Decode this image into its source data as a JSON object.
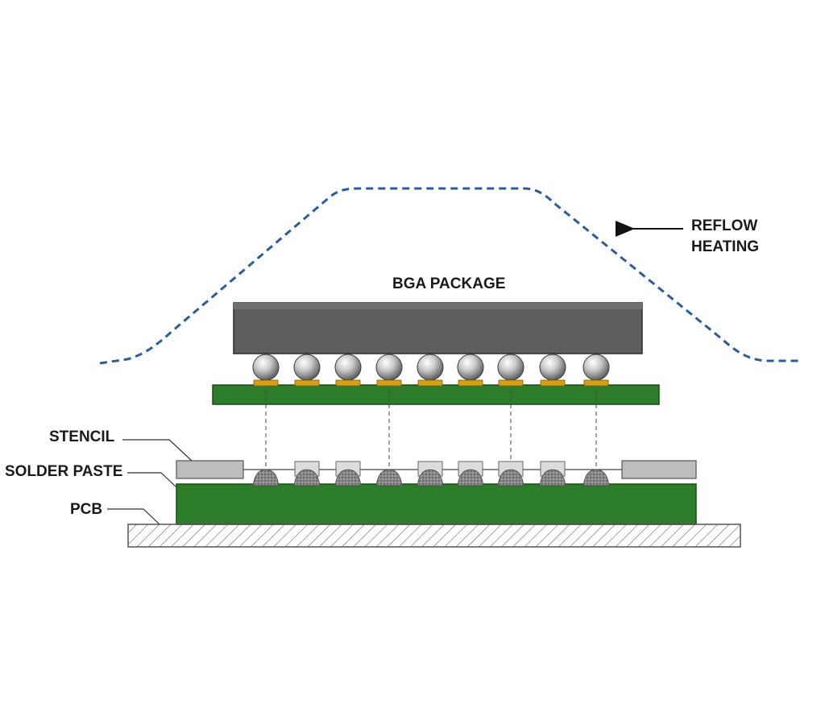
{
  "diagram": {
    "labels": {
      "bga_package": "BGA PACKAGE",
      "reflow_line1": "REFLOW",
      "reflow_line2": "HEATING",
      "stencil": "STENCIL",
      "solder_paste": "SOLDER PASTE",
      "pcb": "PCB"
    },
    "colors": {
      "package_body": "#5e5e5e",
      "board_green": "#2e7d2a",
      "solder_ball": "#c9c9c9",
      "copper_pad": "#d4a017",
      "stencil_gray": "#bdbdbd",
      "paste_gray": "#7a7a7a",
      "reflow_curve": "#2a5d9f",
      "base_hatch": "#555555"
    },
    "counts": {
      "solder_balls": 9,
      "paste_deposits": 9
    }
  }
}
